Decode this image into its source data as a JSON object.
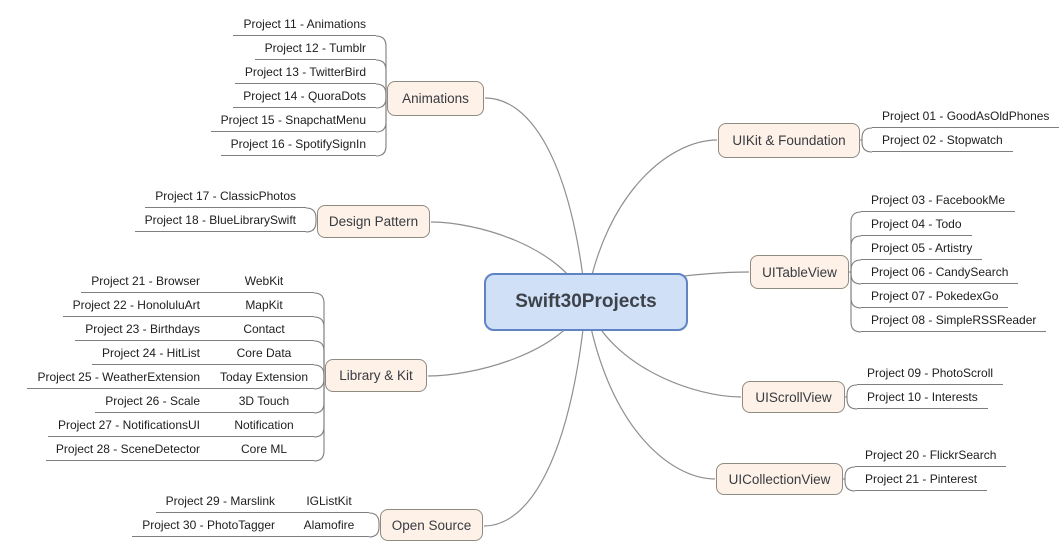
{
  "root": {
    "title": "Swift30Projects"
  },
  "colors": {
    "central_fill": "#cfe0f7",
    "central_border": "#5f83c3",
    "branch_fill": "#fdf1e8",
    "branch_border": "#8f8a82",
    "connector": "#8f8f8f",
    "leaf_underline": "#7e7e7e",
    "text": "#1d1d1d"
  },
  "branches": [
    {
      "label": "Animations",
      "side": "left",
      "leaves": [
        {
          "label": "Project 11 - Animations"
        },
        {
          "label": "Project 12 - Tumblr"
        },
        {
          "label": "Project 13 - TwitterBird"
        },
        {
          "label": "Project 14 - QuoraDots"
        },
        {
          "label": "Project 15 - SnapchatMenu"
        },
        {
          "label": "Project 16 - SpotifySignIn"
        }
      ]
    },
    {
      "label": "Design Pattern",
      "side": "left",
      "leaves": [
        {
          "label": "Project 17 - ClassicPhotos"
        },
        {
          "label": "Project 18 - BlueLibrarySwift"
        }
      ]
    },
    {
      "label": "Library & Kit",
      "side": "left",
      "leaves": [
        {
          "label": "Project 21 - Browser",
          "kit": "WebKit"
        },
        {
          "label": "Project 22 - HonoluluArt",
          "kit": "MapKit"
        },
        {
          "label": "Project 23 - Birthdays",
          "kit": "Contact"
        },
        {
          "label": "Project 24 - HitList",
          "kit": "Core Data"
        },
        {
          "label": "Project 25 - WeatherExtension",
          "kit": "Today Extension"
        },
        {
          "label": "Project 26 - Scale",
          "kit": "3D Touch"
        },
        {
          "label": "Project 27 - NotificationsUI",
          "kit": "Notification"
        },
        {
          "label": "Project 28 - SceneDetector",
          "kit": "Core ML"
        }
      ]
    },
    {
      "label": "Open Source",
      "side": "left",
      "leaves": [
        {
          "label": "Project 29 - Marslink",
          "kit": "IGListKit"
        },
        {
          "label": "Project 30 - PhotoTagger",
          "kit": "Alamofire"
        }
      ]
    },
    {
      "label": "UIKit & Foundation",
      "side": "right",
      "leaves": [
        {
          "label": "Project 01 - GoodAsOldPhones"
        },
        {
          "label": "Project 02 - Stopwatch"
        }
      ]
    },
    {
      "label": "UITableView",
      "side": "right",
      "leaves": [
        {
          "label": "Project 03 - FacebookMe"
        },
        {
          "label": "Project 04 - Todo"
        },
        {
          "label": "Project 05 - Artistry"
        },
        {
          "label": "Project 06 - CandySearch"
        },
        {
          "label": "Project 07 - PokedexGo"
        },
        {
          "label": "Project 08 - SimpleRSSReader"
        }
      ]
    },
    {
      "label": "UIScrollView",
      "side": "right",
      "leaves": [
        {
          "label": "Project 09 - PhotoScroll"
        },
        {
          "label": "Project 10 - Interests"
        }
      ]
    },
    {
      "label": "UICollectionView",
      "side": "right",
      "leaves": [
        {
          "label": "Project 20 - FlickrSearch"
        },
        {
          "label": "Project 21 - Pinterest"
        }
      ]
    }
  ]
}
